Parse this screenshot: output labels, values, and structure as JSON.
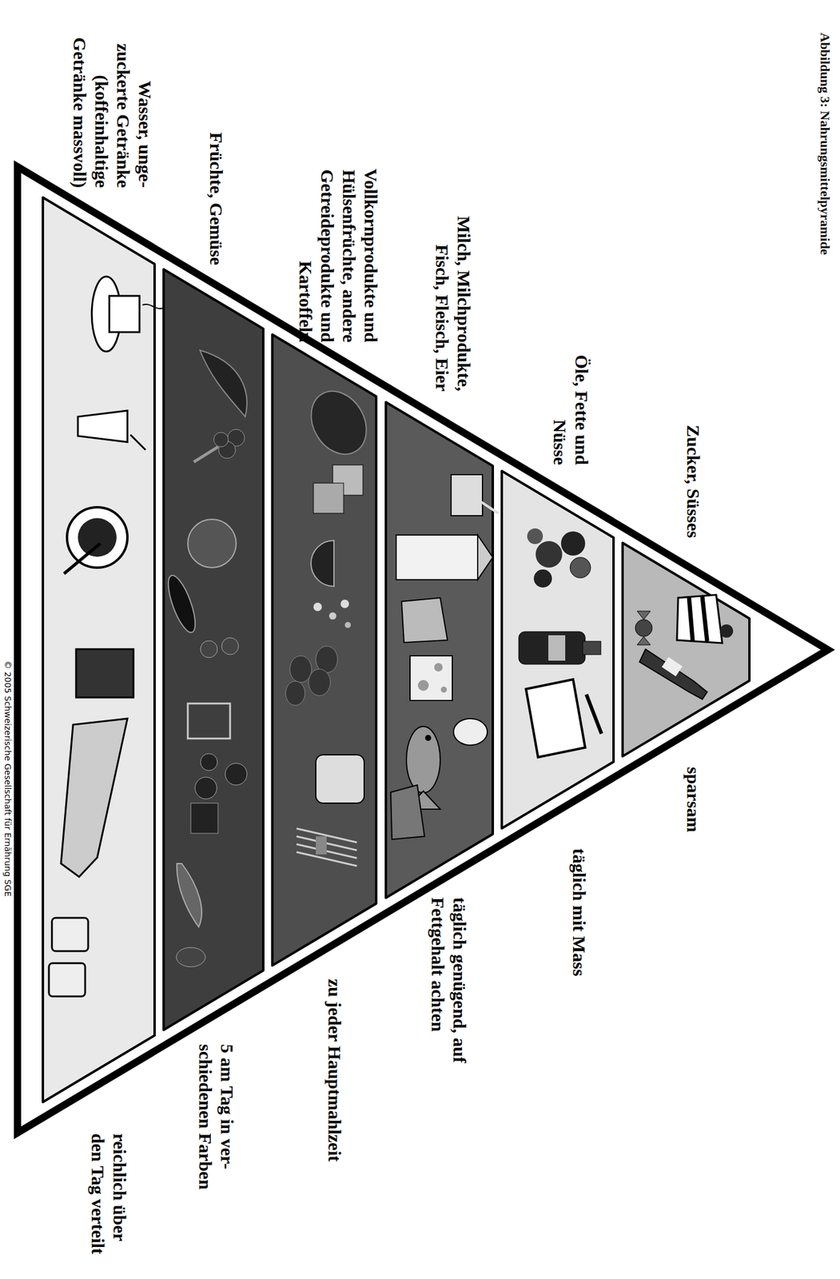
{
  "diagram": {
    "title": "Abbildung 3: Nahrungsmittelpyramide",
    "nodes": [
      {
        "text": [
          "Zucker, Süsses",
          "sparsam"
        ]
      },
      {
        "text": [
          "Öle, Fette und Nüsse",
          "täglich mit Mass"
        ]
      },
      {
        "text": [
          "Milch, Milchprodukte, Fisch, Fleisch, Eier",
          "täglich genügend, auf Fettgehalt achten"
        ]
      },
      {
        "text": [
          "Vollkornprodukte und Hülsenfrüchte, andere Getreideprodukte und Kartoffeln",
          "zu jeder Hauptmahlzeit"
        ]
      },
      {
        "text": [
          "Früchte, Gemüse",
          "5 am Tag in ver- schiedenen Farben"
        ]
      },
      {
        "text": [
          "Wasser, unge- zuckerte Getränke (koffeinhaltige Getränke massvoll)",
          "reichlich über den Tag verteilt"
        ]
      }
    ],
    "labels": [
      "© 2005 Schweizerische Gesellschaft für Ernährung SGE"
    ]
  }
}
